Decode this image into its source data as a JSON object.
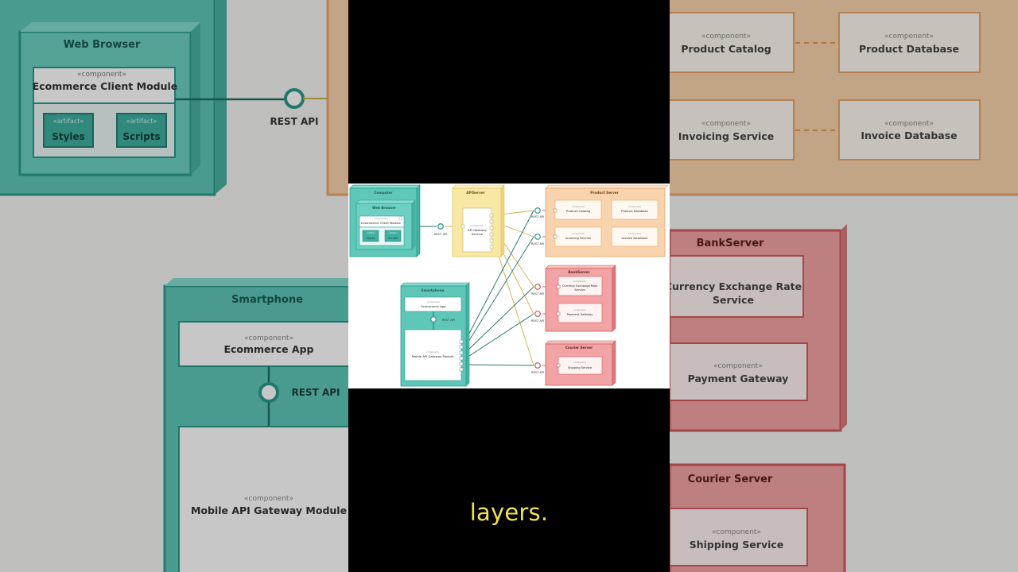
{
  "subtitle": "layers.",
  "colors": {
    "teal_fill": "#5fc7b8",
    "teal_stroke": "#2a9a8b",
    "yellow_fill": "#f8e8a6",
    "yellow_stroke": "#e8c25a",
    "orange_fill": "#f9d3ad",
    "orange_stroke": "#e9a66a",
    "red_fill": "#f2a3a3",
    "red_stroke": "#d45a5a",
    "subtitle": "#f2e34a"
  },
  "diagram": {
    "stereo_component": "«component»",
    "stereo_artifact": "«artifact»",
    "computer": {
      "title": "Computer",
      "browser_title": "Web Browser",
      "module": "Ecommerce Client Module",
      "artifact_styles": "Styles",
      "artifact_scripts": "Scripts"
    },
    "interface_rest": "REST API",
    "apiserver": {
      "title": "APIServer",
      "component_line1": "API Gateway",
      "component_line2": "Service"
    },
    "product_server": {
      "title": "Product Server",
      "catalog": "Product Catalog",
      "product_db": "Product Database",
      "invoicing": "Invoicing Service",
      "invoice_db": "Invoice Database"
    },
    "bankserver": {
      "title": "BankServer",
      "currency_line1": "Currency Exchange Rate",
      "currency_line2": "Service",
      "payment": "Payment Gateway"
    },
    "courier_server": {
      "title": "Courier Server",
      "shipping": "Shipping Service"
    },
    "smartphone": {
      "title": "Smartphone",
      "app": "Ecommerce App",
      "gateway_module": "Mobile API Gateway Module"
    }
  },
  "background": {
    "web_browser": "Web Browser",
    "ecommerce_client": "Ecommerce Client Module",
    "styles": "Styles",
    "scripts": "Scripts",
    "rest_api": "REST API",
    "product_catalog": "Product Catalog",
    "product_database": "Product Database",
    "invoicing_service": "Invoicing Service",
    "invoice_database": "Invoice Database",
    "bankserver": "BankServer",
    "currency_line1": "Currency Exchange Rate",
    "currency_line2": "Service",
    "payment_gateway": "Payment Gateway",
    "smartphone": "Smartphone",
    "ecommerce_app": "Ecommerce App",
    "mobile_gateway": "Mobile API Gateway Module",
    "courier_server": "Courier Server",
    "shipping_service": "Shipping Service",
    "stereo_component": "«component»",
    "stereo_artifact": "«artifact»"
  }
}
